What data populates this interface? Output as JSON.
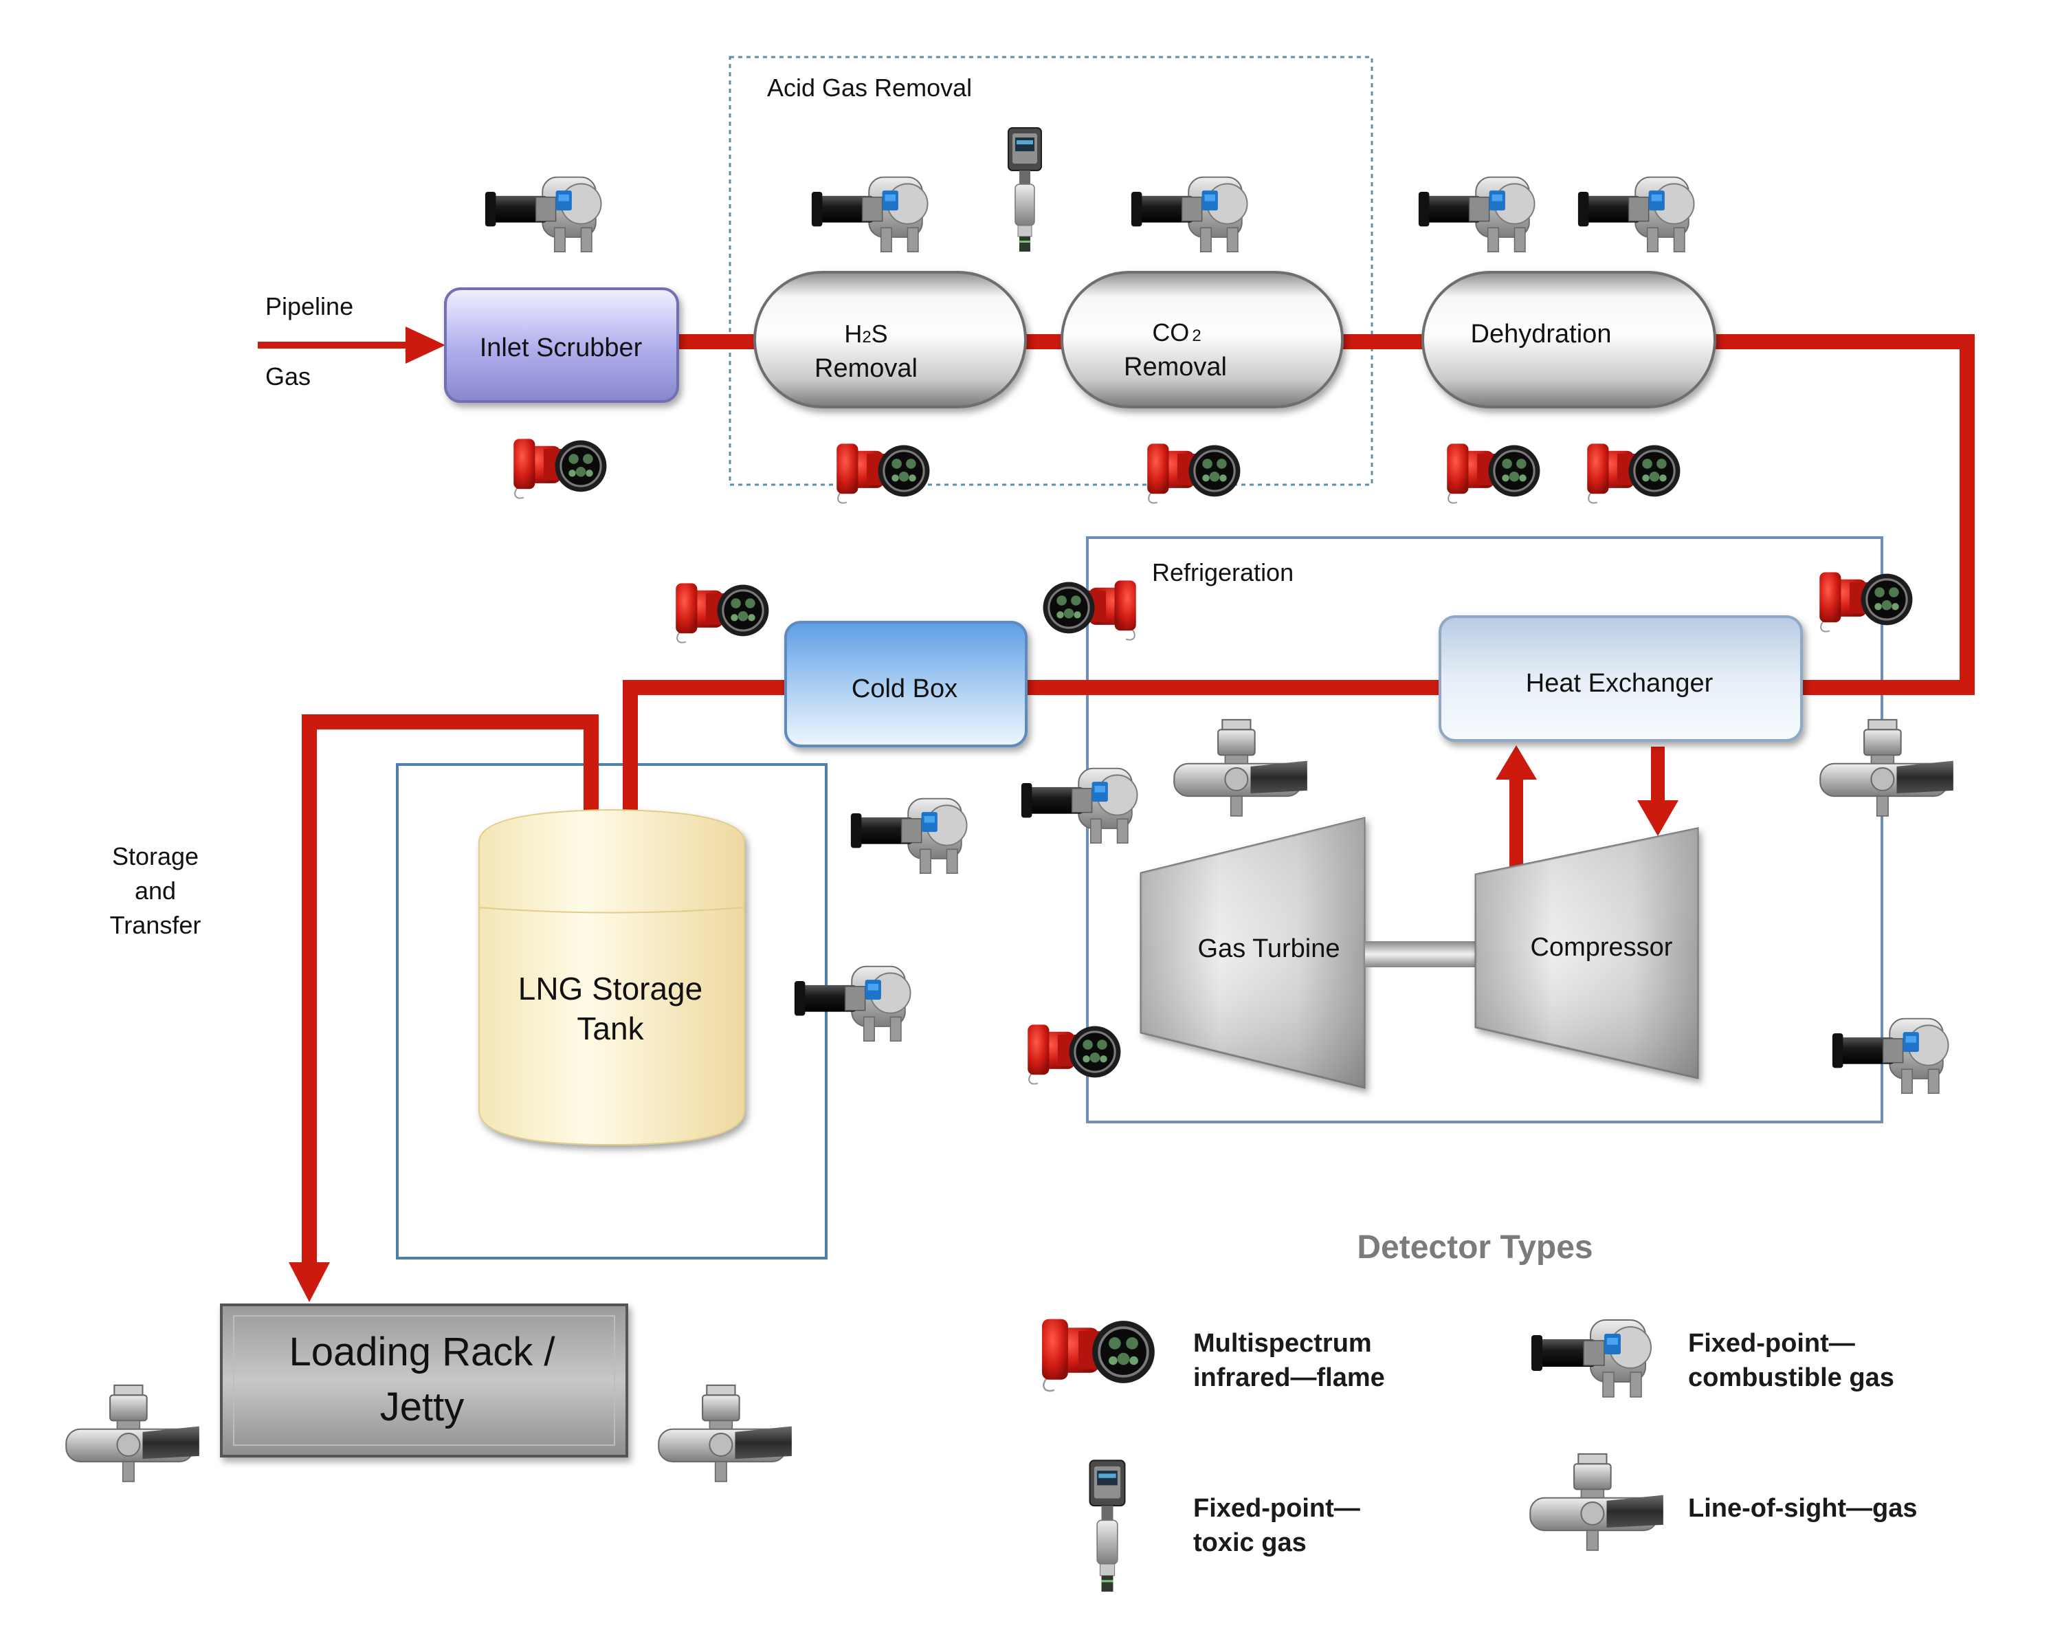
{
  "labels": {
    "pipeline": "Pipeline",
    "gas": "Gas",
    "acid_gas_removal": "Acid Gas Removal",
    "refrigeration": "Refrigeration",
    "storage_line1": "Storage",
    "storage_line2": "and",
    "storage_line3": "Transfer"
  },
  "equipment": {
    "inlet_scrubber": "Inlet Scrubber",
    "h2s_main": "H",
    "h2s_sub": "2",
    "h2s_tail": "S",
    "h2s_line2": "Removal",
    "co2_main": "CO",
    "co2_sub": "2",
    "co2_line2": "Removal",
    "dehydration": "Dehydration",
    "cold_box": "Cold Box",
    "heat_exchanger": "Heat Exchanger",
    "gas_turbine": "Gas Turbine",
    "compressor": "Compressor",
    "lng_line1": "LNG Storage",
    "lng_line2": "Tank",
    "loading_line1": "Loading Rack /",
    "loading_line2": "Jetty"
  },
  "legend": {
    "title": "Detector Types",
    "flame_line1": "Multispectrum",
    "flame_line2": "infrared—flame",
    "combustible_line1": "Fixed-point—",
    "combustible_line2": "combustible gas",
    "toxic_line1": "Fixed-point—",
    "toxic_line2": "toxic gas",
    "los_line1": "Line-of-sight—gas"
  },
  "colors": {
    "pipe": "#cc1a0e",
    "zone_border_acid": "#5b8fb0",
    "zone_border_refrig": "#6d90b3",
    "legend_title": "#7b7b7b"
  },
  "icons": {
    "flame": "multispectrum-ir-flame-detector-icon",
    "combustible": "fixed-point-combustible-gas-detector-icon",
    "toxic": "fixed-point-toxic-gas-detector-icon",
    "los": "line-of-sight-gas-detector-icon"
  }
}
